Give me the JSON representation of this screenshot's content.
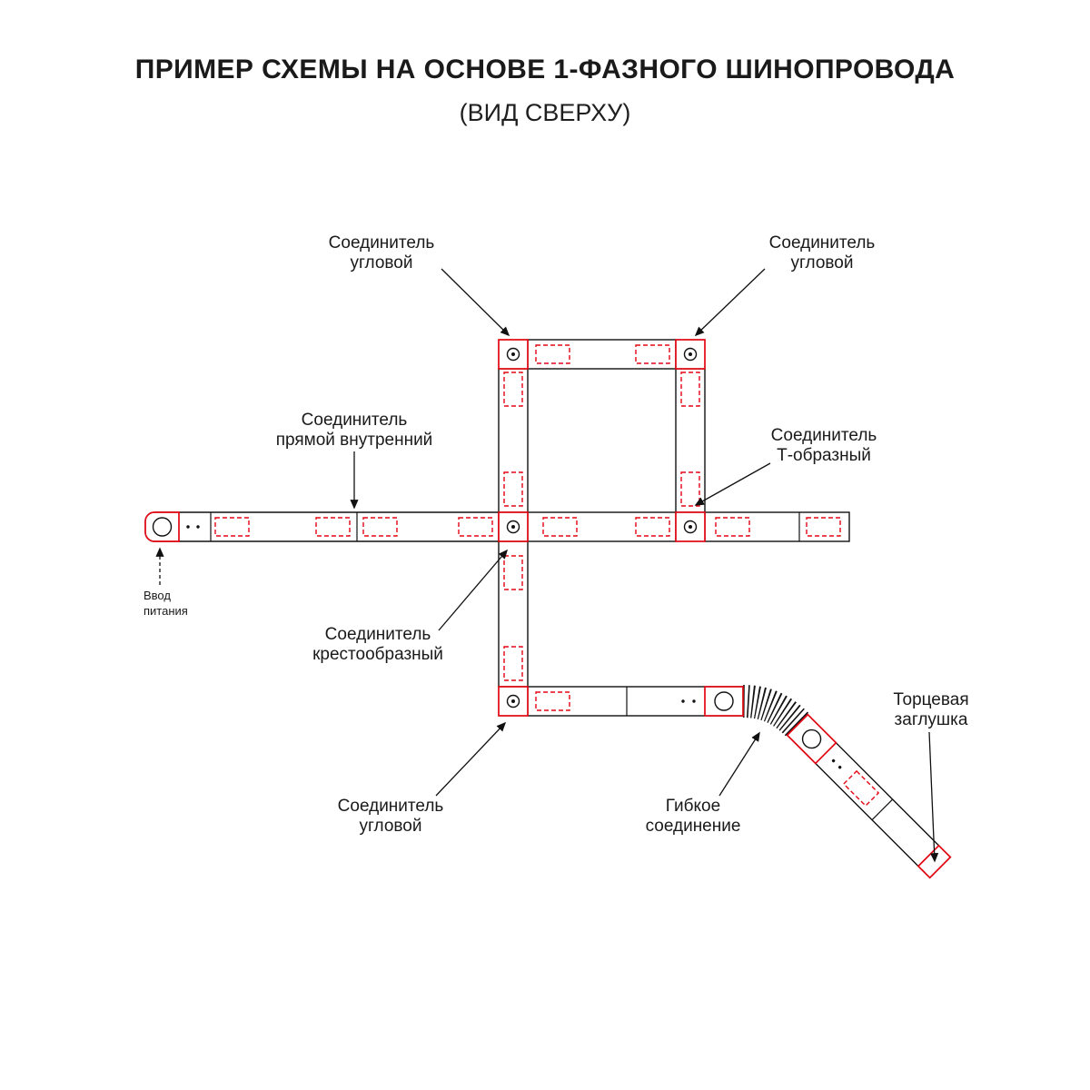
{
  "title": "ПРИМЕР СХЕМЫ НА ОСНОВЕ 1-ФАЗНОГО ШИНОПРОВОДА",
  "subtitle": "(ВИД СВЕРХУ)",
  "labels": {
    "corner_top_left": "Соединитель\nугловой",
    "corner_top_right": "Соединитель\nугловой",
    "straight_internal": "Соединитель\nпрямой внутренний",
    "t_shaped": "Соединитель\nТ-образный",
    "power_input": "Ввод\nпитания",
    "cross_shaped": "Соединитель\nкрестообразный",
    "corner_bottom": "Соединитель\nугловой",
    "flexible": "Гибкое\nсоединение",
    "end_cap": "Торцевая\nзаглушка"
  },
  "colors": {
    "accent_red": "#e30613",
    "line_black": "#111111"
  }
}
